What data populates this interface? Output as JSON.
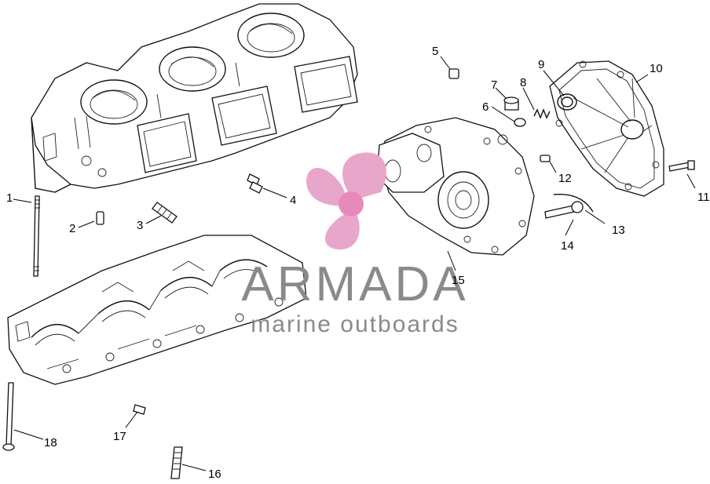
{
  "callouts": {
    "c1": "1",
    "c2": "2",
    "c3": "3",
    "c4": "4",
    "c5": "5",
    "c6": "6",
    "c7": "7",
    "c8": "8",
    "c9": "9",
    "c10": "10",
    "c11": "11",
    "c12": "12",
    "c13": "13",
    "c14": "14",
    "c15": "15",
    "c16": "16",
    "c17": "17",
    "c18": "18"
  },
  "watermark": {
    "brand": "ARMADA",
    "tagline": "marine outboards",
    "propeller_color": "#e9a6cb",
    "hub_color": "#e889bb"
  }
}
